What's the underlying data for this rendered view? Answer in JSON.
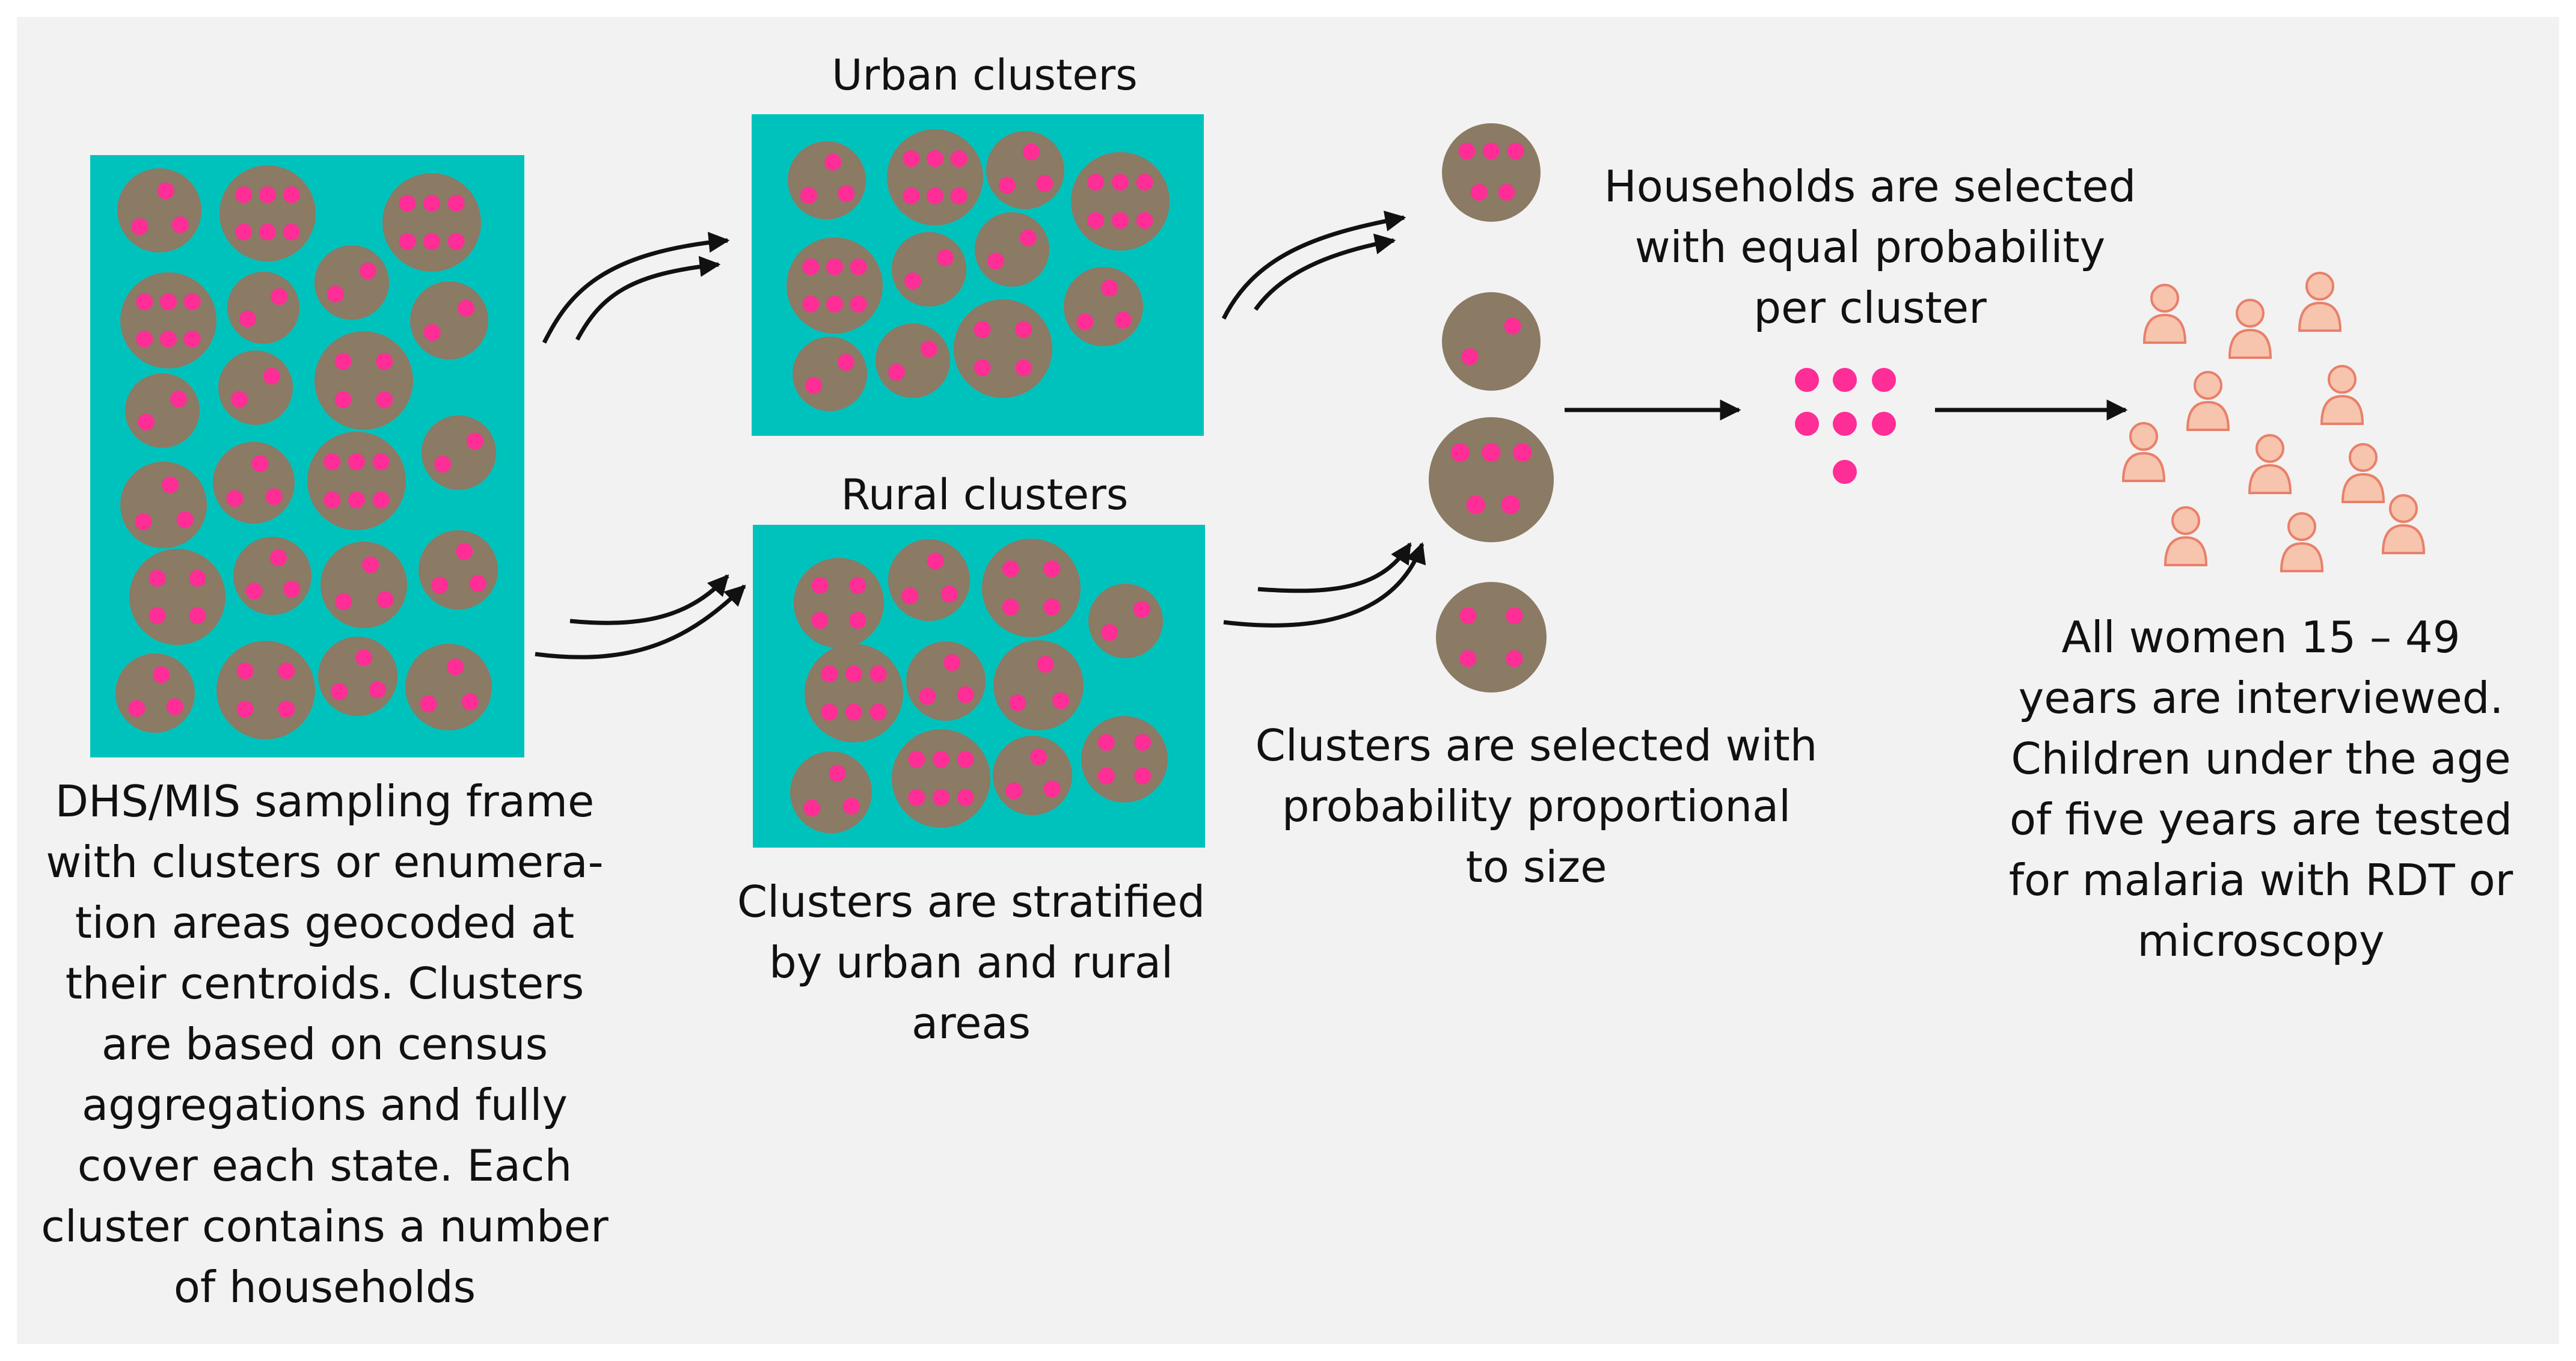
{
  "frame": {
    "caption_lines": [
      "DHS/MIS sampling frame",
      "with clusters or enumera-",
      "tion areas geocoded at",
      "their centroids. Clusters",
      "are based on census",
      "aggregations and fully",
      "cover each state. Each",
      "cluster contains a number",
      "of households"
    ]
  },
  "urban": {
    "title": "Urban clusters"
  },
  "rural": {
    "title": "Rural clusters"
  },
  "stratify": {
    "caption_lines": [
      "Clusters are stratified",
      "by urban and rural",
      "areas"
    ]
  },
  "cluster_selection": {
    "caption_lines": [
      "Clusters are selected with",
      "probability proportional",
      "to size"
    ]
  },
  "household_selection": {
    "caption_lines": [
      "Households are selected",
      "with equal probability",
      "per cluster"
    ]
  },
  "interview": {
    "caption_lines": [
      "All women 15 – 49",
      "years are interviewed.",
      "Children under the age",
      "of five years are tested",
      "for malaria with RDT or",
      "microscopy"
    ]
  },
  "colors": {
    "background": "#f2f2f2",
    "panel": "#00c2bc",
    "cluster": "#8b7a64",
    "household": "#ff2d96",
    "person_fill": "#f7c4ae",
    "person_stroke": "#e8806a",
    "arrow": "#111111"
  },
  "icons": {
    "cluster": "cluster-circle-icon",
    "household": "household-dot-icon",
    "person": "person-icon",
    "arrow": "arrow-icon"
  }
}
